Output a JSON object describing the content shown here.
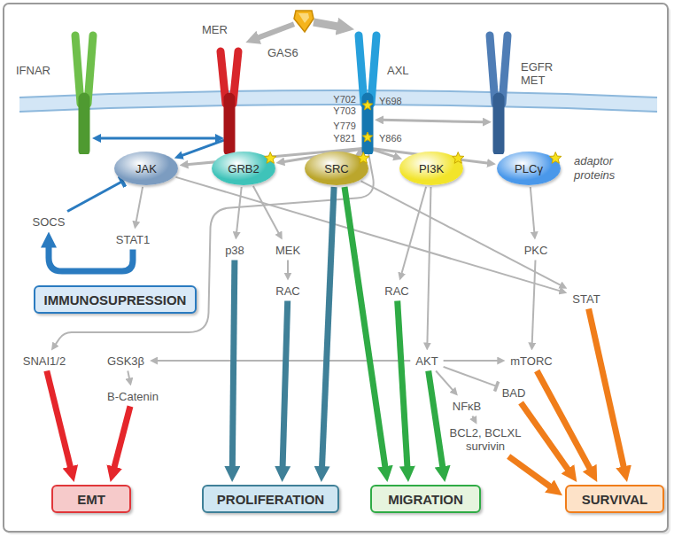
{
  "diagram": {
    "nodes": [
      {
        "text": [
          "GAS6"
        ]
      },
      {
        "text": [
          "IFNAR"
        ]
      },
      {
        "text": [
          "MER"
        ]
      },
      {
        "text": [
          "AXL"
        ]
      },
      {
        "text": [
          "EGFR MET"
        ]
      },
      {
        "text": [
          "JAK"
        ]
      },
      {
        "text": [
          "GRB2"
        ]
      },
      {
        "text": [
          "SRC"
        ]
      },
      {
        "text": [
          "PI3K"
        ]
      },
      {
        "text": [
          "PLCγ"
        ]
      },
      {
        "text": [
          "SOCS"
        ]
      },
      {
        "text": [
          "STAT1"
        ]
      },
      {
        "text": [
          "IMMUNOSUPRESSION"
        ]
      },
      {
        "text": [
          "p38"
        ]
      },
      {
        "text": [
          "MEK"
        ]
      },
      {
        "text": [
          "RAC"
        ]
      },
      {
        "text": [
          "PKC"
        ]
      },
      {
        "text": [
          "RAC"
        ]
      },
      {
        "text": [
          "STAT"
        ]
      },
      {
        "text": [
          "SNAI1/2"
        ]
      },
      {
        "text": [
          "GSK3β"
        ]
      },
      {
        "text": [
          "AKT"
        ]
      },
      {
        "text": [
          "mTORC"
        ]
      },
      {
        "text": [
          "BAD"
        ]
      },
      {
        "text": [
          "B-Catenin"
        ]
      },
      {
        "text": [
          "NFκB"
        ]
      },
      {
        "text": [
          "BCL2, BCLXL survivin"
        ]
      },
      {
        "text": [
          "EMT"
        ]
      },
      {
        "text": [
          "PROLIFERATION"
        ]
      },
      {
        "text": [
          "MIGRATION"
        ]
      },
      {
        "text": [
          "SURVIVAL"
        ]
      }
    ],
    "edges": [
      {
        "from": 0,
        "to": 2,
        "arrow": "to"
      },
      {
        "from": 0,
        "to": 3,
        "arrow": "to"
      },
      {
        "from": 1,
        "to": 2,
        "arrow": "both"
      },
      {
        "from": 2,
        "to": 5,
        "arrow": "to"
      },
      {
        "from": 3,
        "to": 4,
        "arrow": "both"
      },
      {
        "from": 3,
        "to": 5,
        "arrow": "to"
      },
      {
        "from": 3,
        "to": 6,
        "arrow": "to"
      },
      {
        "from": 3,
        "to": 7,
        "arrow": "to"
      },
      {
        "from": 3,
        "to": 8,
        "arrow": "to"
      },
      {
        "from": 3,
        "to": 9,
        "arrow": "to"
      },
      {
        "from": 3,
        "to": 19,
        "arrow": "to"
      },
      {
        "from": 5,
        "to": 11,
        "arrow": "to"
      },
      {
        "from": 5,
        "to": 18,
        "arrow": "to"
      },
      {
        "from": 11,
        "to": 10,
        "arrow": "to"
      },
      {
        "from": 10,
        "to": 5,
        "arrow": "to"
      },
      {
        "from": 6,
        "to": 13,
        "arrow": "to"
      },
      {
        "from": 6,
        "to": 14,
        "arrow": "to"
      },
      {
        "from": 14,
        "to": 15,
        "arrow": "to"
      },
      {
        "from": 7,
        "to": 18,
        "arrow": "to"
      },
      {
        "from": 8,
        "to": 17,
        "arrow": "to"
      },
      {
        "from": 8,
        "to": 21,
        "arrow": "to"
      },
      {
        "from": 9,
        "to": 16,
        "arrow": "to"
      },
      {
        "from": 16,
        "to": 22,
        "arrow": "to"
      },
      {
        "from": 21,
        "to": 20,
        "arrow": "to"
      },
      {
        "from": 21,
        "to": 22,
        "arrow": "to"
      },
      {
        "from": 21,
        "to": 23,
        "arrow": "to"
      },
      {
        "from": 21,
        "to": 25,
        "arrow": "to"
      },
      {
        "from": 20,
        "to": 24,
        "arrow": "to"
      },
      {
        "from": 25,
        "to": 26,
        "arrow": "to"
      },
      {
        "from": 19,
        "to": 27,
        "arrow": "to"
      },
      {
        "from": 24,
        "to": 27,
        "arrow": "to"
      },
      {
        "from": 13,
        "to": 28,
        "arrow": "to"
      },
      {
        "from": 15,
        "to": 28,
        "arrow": "to"
      },
      {
        "from": 7,
        "to": 28,
        "arrow": "to"
      },
      {
        "from": 7,
        "to": 29,
        "arrow": "to"
      },
      {
        "from": 17,
        "to": 29,
        "arrow": "to"
      },
      {
        "from": 21,
        "to": 29,
        "arrow": "to"
      },
      {
        "from": 18,
        "to": 30,
        "arrow": "to"
      },
      {
        "from": 22,
        "to": 30,
        "arrow": "to"
      },
      {
        "from": 23,
        "to": 30,
        "arrow": "to"
      },
      {
        "from": 26,
        "to": 30,
        "arrow": "to"
      }
    ],
    "labels": [
      "Y702",
      "Y698",
      "Y703",
      "Y779",
      "Y821",
      "Y866",
      "adaptor proteins"
    ]
  }
}
